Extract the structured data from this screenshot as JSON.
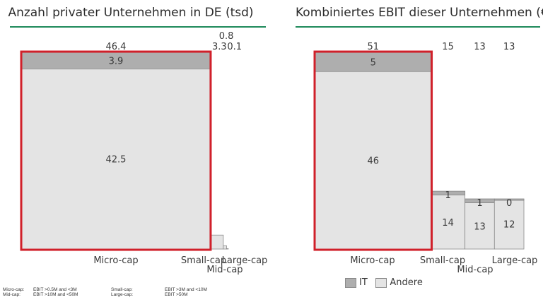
{
  "chart_data": [
    {
      "type": "marimekko",
      "title": "Anzahl privater Unternehmen in DE (tsd)",
      "categories": [
        "Micro-cap",
        "Small-cap",
        "Mid-cap",
        "Large-cap"
      ],
      "totals": [
        46.4,
        3.3,
        0.8,
        0.1
      ],
      "total_labels": [
        "46.4",
        "3.3",
        "0.8",
        "0.1"
      ],
      "series": [
        {
          "name": "IT",
          "values": [
            3.9,
            null,
            null,
            null
          ],
          "labels": [
            "3.9",
            "",
            "",
            ""
          ]
        },
        {
          "name": "Andere",
          "values": [
            42.5,
            null,
            null,
            null
          ],
          "labels": [
            "42.5",
            "",
            "",
            ""
          ]
        }
      ],
      "highlight": "Micro-cap"
    },
    {
      "type": "marimekko",
      "title": "Kombiniertes EBIT dieser Unternehmen (€M)",
      "categories": [
        "Micro-cap",
        "Small-cap",
        "Mid-cap",
        "Large-cap"
      ],
      "totals": [
        51,
        15,
        13,
        13
      ],
      "total_labels": [
        "51",
        "15",
        "13",
        "13"
      ],
      "series": [
        {
          "name": "IT",
          "values": [
            5,
            1,
            1,
            0
          ],
          "labels": [
            "5",
            "1",
            "1",
            "0"
          ]
        },
        {
          "name": "Andere",
          "values": [
            46,
            14,
            13,
            12
          ],
          "labels": [
            "46",
            "14",
            "13",
            "12"
          ]
        }
      ],
      "highlight": "Micro-cap"
    }
  ],
  "legend": {
    "items": [
      {
        "label": "IT",
        "color": "#aeaeae"
      },
      {
        "label": "Andere",
        "color": "#e4e4e4"
      }
    ]
  },
  "footnote": {
    "rows": [
      [
        "Micro-cap:",
        "EBIT >0.5M and <3M",
        "Small-cap:",
        "EBIT >3M and <10M"
      ],
      [
        "Mid-cap:",
        "EBIT >10M and <50M",
        "Large-cap:",
        "EBIT >50M"
      ]
    ]
  },
  "colors": {
    "it": "#aeaeae",
    "andere": "#e4e4e4",
    "highlight": "#d0202a",
    "rule": "#1e8a5a",
    "border": "#8a8a8a"
  }
}
